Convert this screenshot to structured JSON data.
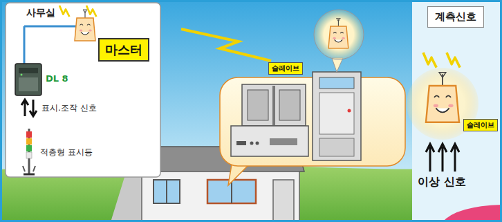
{
  "diagram": {
    "nodes": [
      {
        "text": [
          "사무실"
        ]
      },
      {
        "text": [
          "마스터"
        ],
        "in": 0
      },
      {
        "text": [
          "슬레이브"
        ]
      },
      {
        "text": [
          "계측신호"
        ]
      },
      {
        "text": [
          "슬레이브"
        ]
      }
    ],
    "labels": [
      "DL 8",
      "표시.조작 신호",
      "적층형 표시등",
      "이상 신호"
    ]
  }
}
